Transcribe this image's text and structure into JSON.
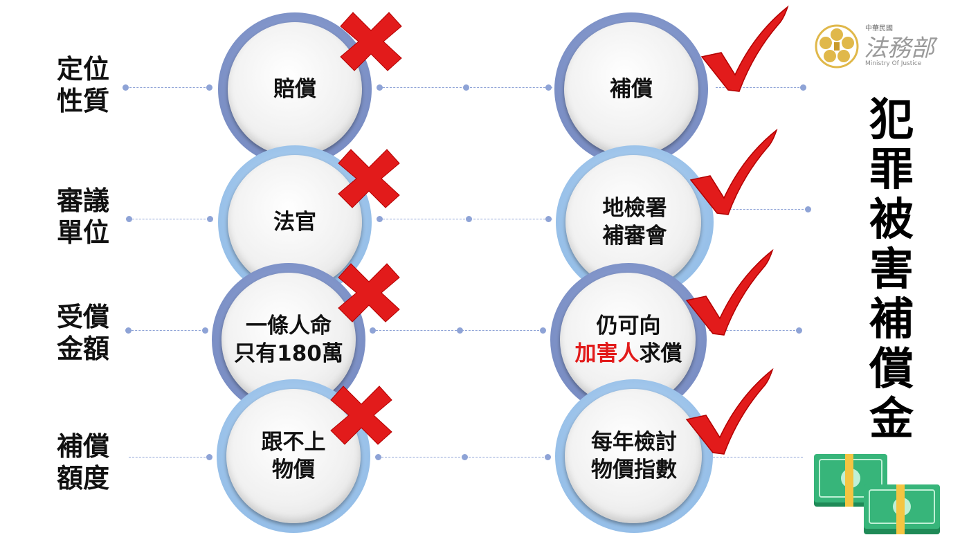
{
  "rows": [
    {
      "label": [
        "定位",
        "性質"
      ],
      "wrong": [
        "賠償"
      ],
      "right": [
        [
          {
            "t": "補償",
            "red": true
          }
        ]
      ]
    },
    {
      "label": [
        "審議",
        "單位"
      ],
      "wrong": [
        "法官"
      ],
      "right": [
        [
          {
            "t": "地檢署",
            "red": true
          }
        ],
        [
          {
            "t": "補審會",
            "red": true
          }
        ]
      ]
    },
    {
      "label": [
        "受償",
        "金額"
      ],
      "wrong": [
        "一條人命",
        "只有180萬"
      ],
      "right": [
        [
          {
            "t": "仍可向",
            "red": false
          }
        ],
        [
          {
            "t": "加害人",
            "red": true
          },
          {
            "t": "求償",
            "red": false
          }
        ]
      ]
    },
    {
      "label": [
        "補償",
        "額度"
      ],
      "wrong": [
        "跟不上",
        "物價"
      ],
      "right": [
        [
          {
            "t": "每年檢討",
            "red": true
          }
        ],
        [
          {
            "t": "物價指數",
            "red": true
          }
        ]
      ]
    }
  ],
  "logo": {
    "top": "中華民國",
    "main": "法務部",
    "sub": "Ministry Of Justice"
  },
  "title_chars": [
    "犯",
    "罪",
    "被",
    "害",
    "補",
    "償",
    "金"
  ],
  "colors": {
    "check_red": "#e21b1b",
    "ring_dark": "#7f93c8",
    "ring_light": "#9cc3ea",
    "money_green": "#2fa36b"
  },
  "icons": {
    "wrong_mark": "cross-icon",
    "right_mark": "checkmark-icon",
    "logo_emblem": "plum-blossom-emblem-icon",
    "money": "banknote-stack-icon"
  }
}
